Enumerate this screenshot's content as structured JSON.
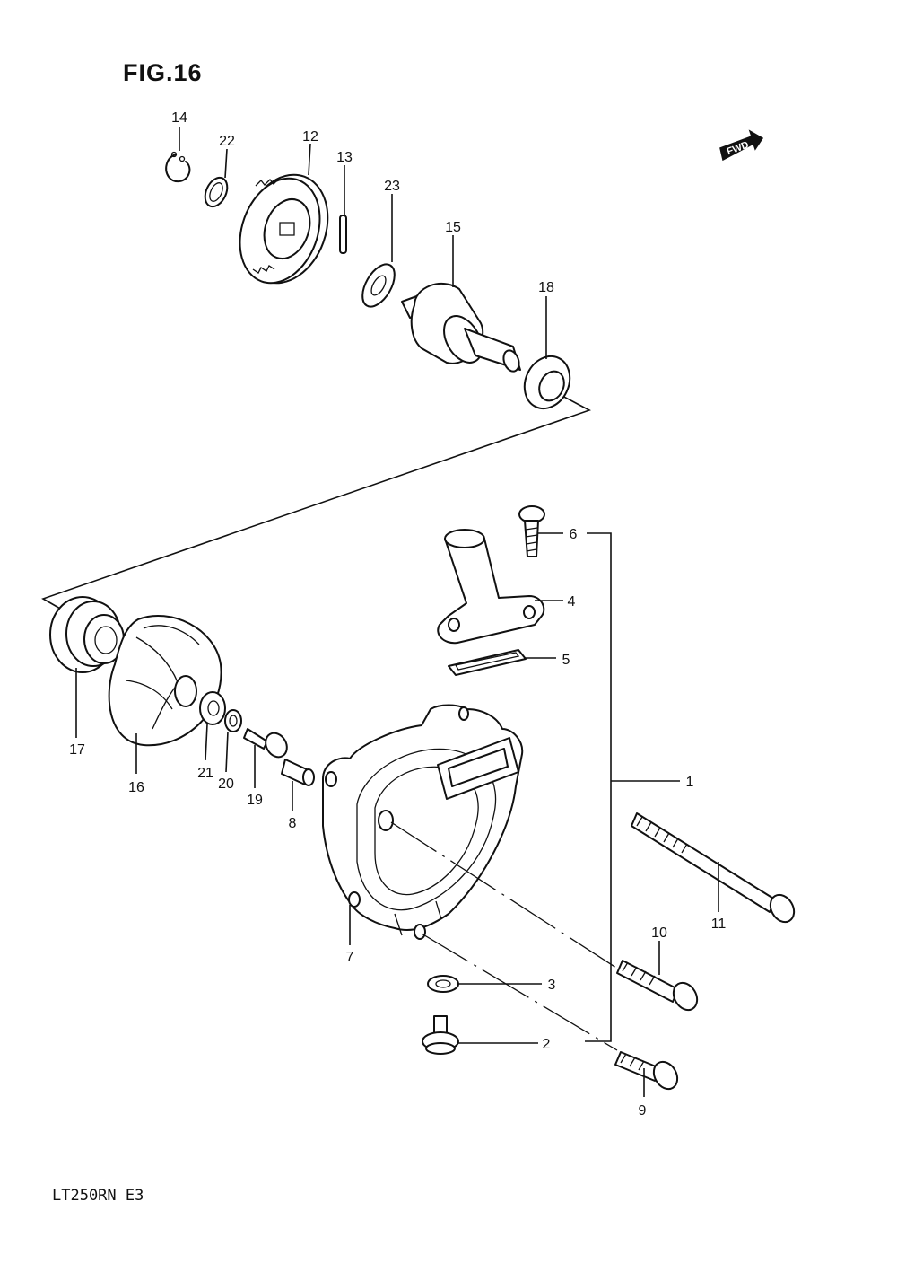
{
  "figure": {
    "title": "FIG.16",
    "model_code": "LT250RN E3",
    "fwd_label": "FWD"
  },
  "parts": {
    "p1": "1",
    "p2": "2",
    "p3": "3",
    "p4": "4",
    "p5": "5",
    "p6": "6",
    "p7": "7",
    "p8": "8",
    "p9": "9",
    "p10": "10",
    "p11": "11",
    "p12": "12",
    "p13": "13",
    "p14": "14",
    "p15": "15",
    "p16": "16",
    "p17": "17",
    "p18": "18",
    "p19": "19",
    "p20": "20",
    "p21": "21",
    "p22": "22",
    "p23": "23"
  }
}
